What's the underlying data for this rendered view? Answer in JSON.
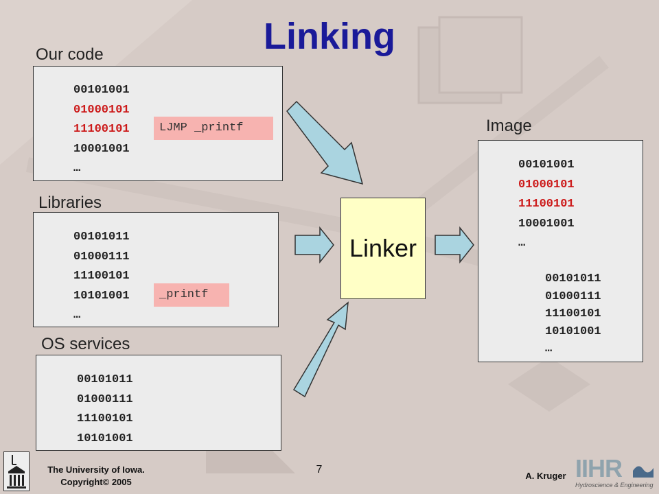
{
  "title": "Linking",
  "sections": {
    "our_code": {
      "label": "Our code",
      "lines": [
        "00101001",
        "01000101",
        "11100101",
        "10001001",
        "…"
      ],
      "tag": "LJMP _printf"
    },
    "libraries": {
      "label": "Libraries",
      "lines": [
        "00101011",
        "01000111",
        "11100101",
        "10101001",
        "…"
      ],
      "tag": "_printf"
    },
    "os_services": {
      "label": "OS services",
      "lines": [
        "00101011",
        "01000111",
        "11100101",
        "10101001"
      ]
    },
    "image": {
      "label": "Image",
      "lines_a": [
        "00101001",
        "01000101",
        "11100101",
        "10001001",
        "…"
      ],
      "lines_b": [
        "00101011",
        "01000111",
        "11100101",
        "10101001",
        "…"
      ]
    }
  },
  "linker_label": "Linker",
  "colors": {
    "title": "#1a1a99",
    "highlight_text": "#cc1a1a",
    "tag_bg": "#f7b3b0",
    "linker_bg": "#ffffc6",
    "arrow": "#aad4e0"
  },
  "footer": {
    "university": "The University of Iowa.",
    "copyright": "Copyright© 2005",
    "page_number": "7",
    "author": "A. Kruger",
    "logo_text": "IIHR",
    "logo_subtext": "Hydroscience & Engineering"
  }
}
